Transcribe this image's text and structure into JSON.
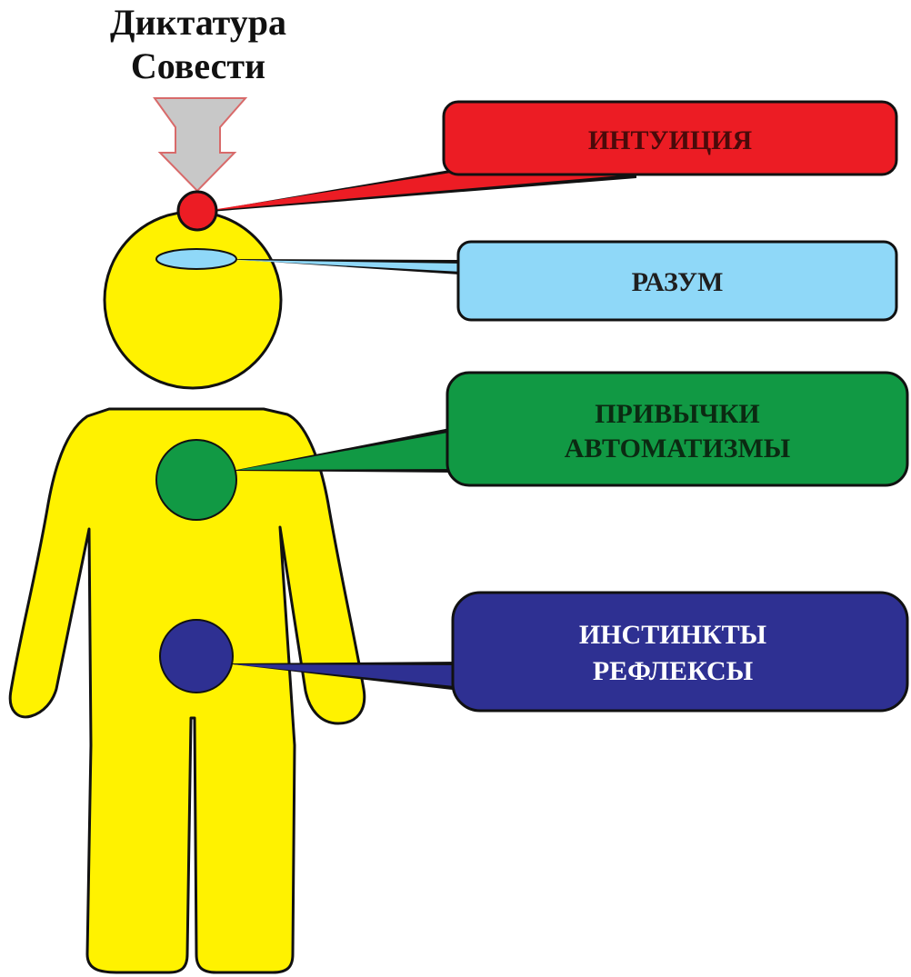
{
  "title": {
    "line1": "Диктатура",
    "line2": "Совести"
  },
  "callouts": {
    "intuition": {
      "label": "ИНТУИЦИЯ",
      "fill": "#ec1c24",
      "text_color": "#4a0a0a"
    },
    "mind": {
      "label": "РАЗУМ",
      "fill": "#8fd8f8",
      "text_color": "#1f1f1f"
    },
    "habits": {
      "line1": "ПРИВЫЧКИ",
      "line2": "АВТОМАТИЗМЫ",
      "fill": "#119944",
      "text_color": "#0b2a12"
    },
    "instincts": {
      "line1": "ИНСТИНКТЫ",
      "line2": "РЕФЛЕКСЫ",
      "fill": "#2e3092",
      "text_color": "#ffffff"
    }
  },
  "figure": {
    "body_fill": "#fff200",
    "arrow_fill": "#c8c8c8",
    "arrow_stroke": "#d86a6a"
  }
}
